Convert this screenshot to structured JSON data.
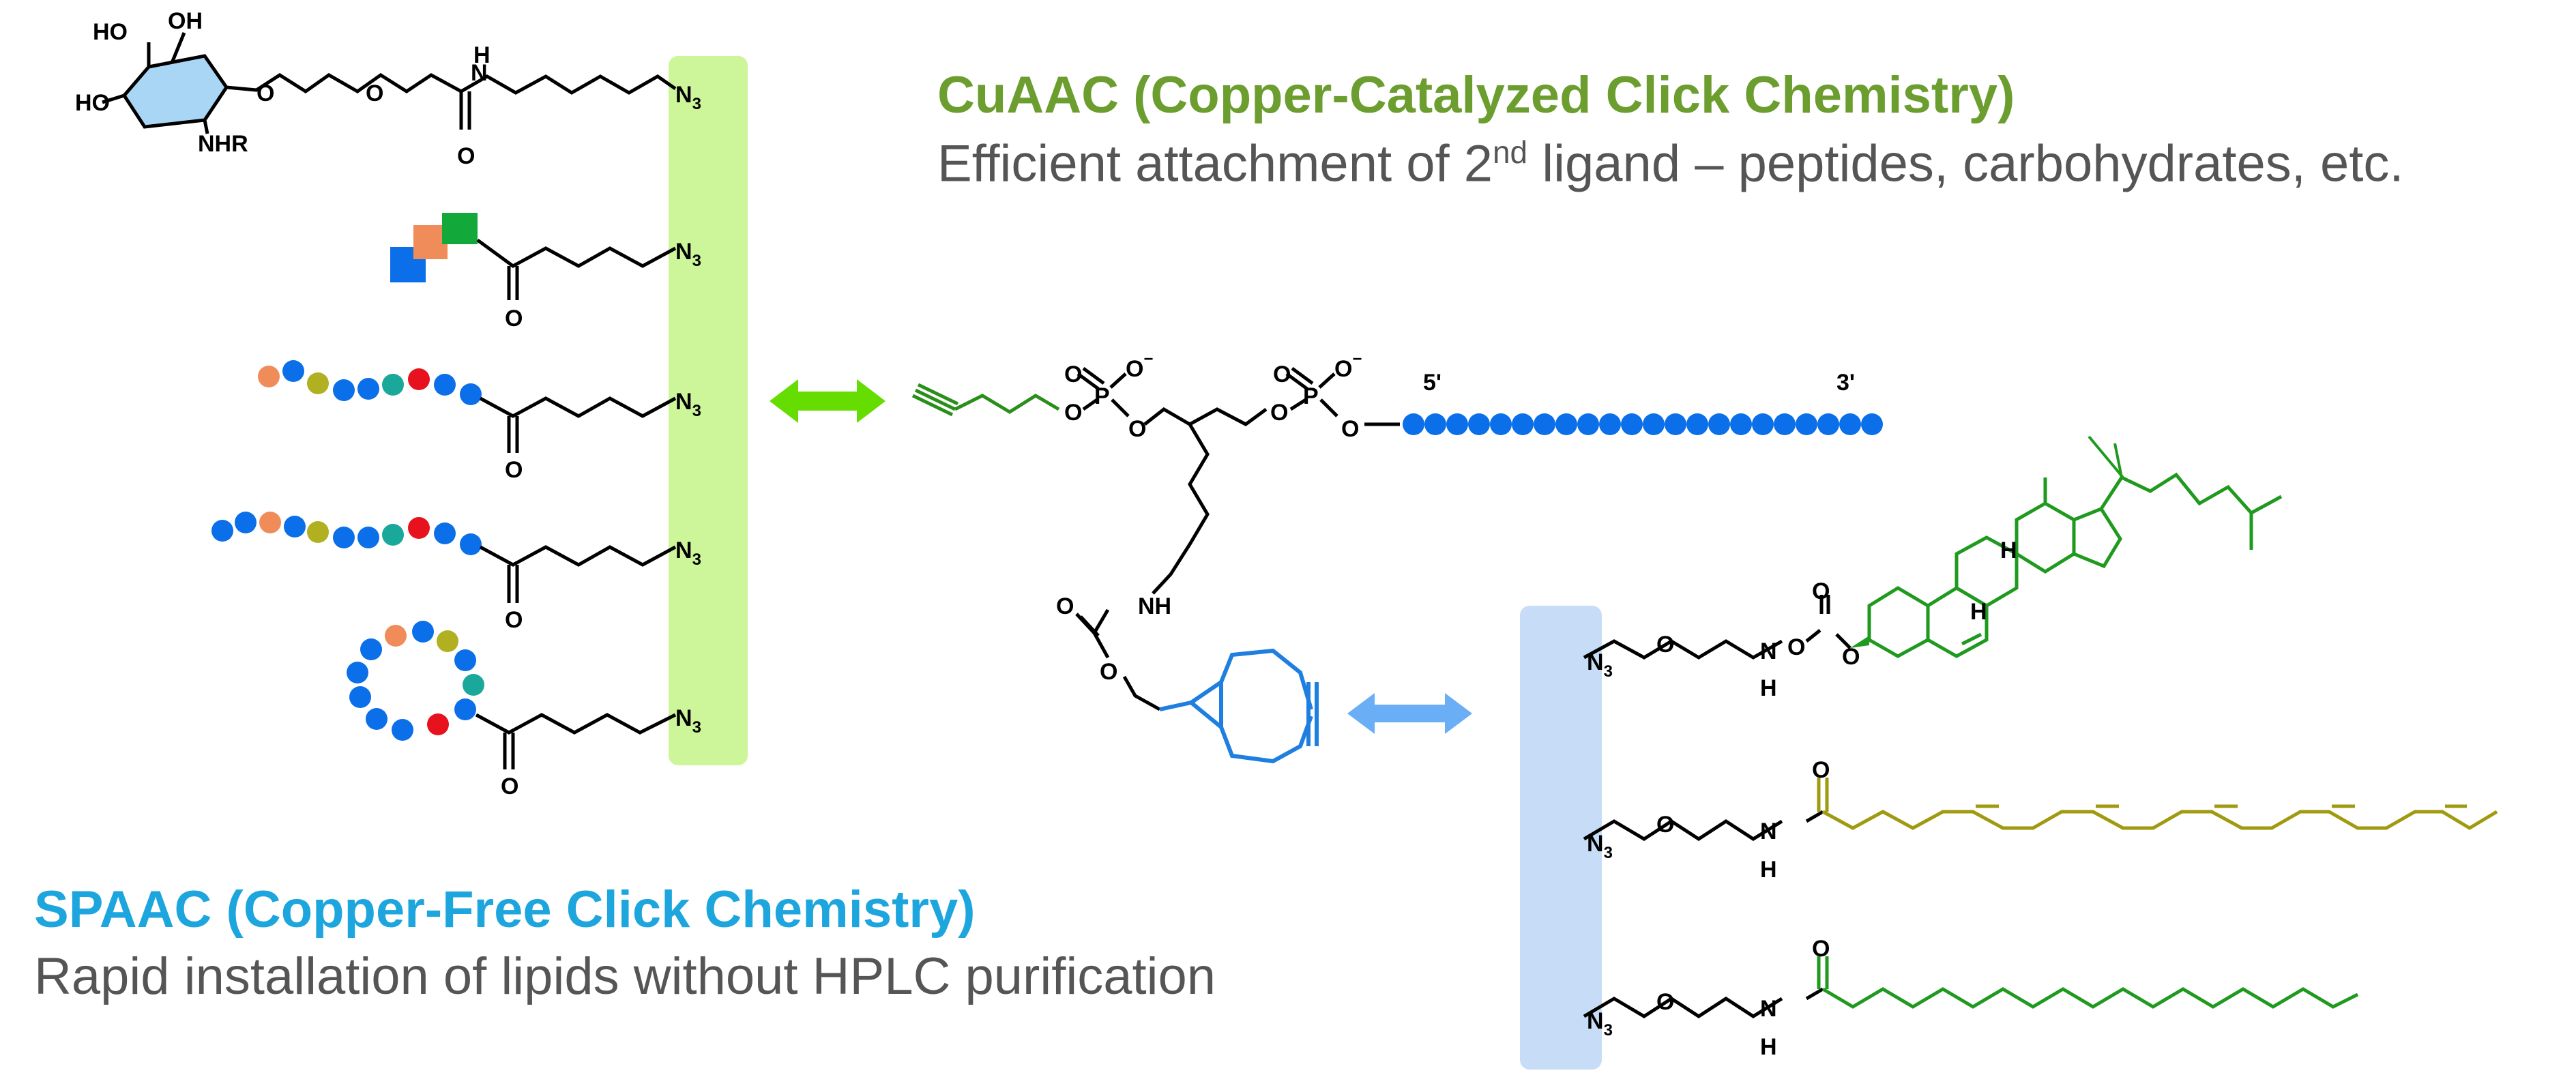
{
  "cuaac": {
    "title": "CuAAC (Copper-Catalyzed Click Chemistry)",
    "subtitle_pre": "Efficient attachment of 2",
    "subtitle_sup": "nd",
    "subtitle_post": " ligand – peptides, carbohydrates, etc."
  },
  "spaac": {
    "title": "SPAAC (Copper-Free Click Chemistry)",
    "subtitle": "Rapid installation of lipids without HPLC purification"
  },
  "labels": {
    "azide": "N",
    "azide_sub": "3",
    "oxygen": "O",
    "nitrogen": "N",
    "hydrogen": "H",
    "phosphorus": "P",
    "oxyanion": "O",
    "charge": "−",
    "nh": "NH",
    "nhr": "NHR",
    "ho": "HO",
    "oh": "OH",
    "five_prime": "5'",
    "three_prime": "3'"
  },
  "colors": {
    "cuaac_green": "#6b9e2e",
    "spaac_blue": "#1da5de",
    "green_panel": "#cdf59a",
    "blue_panel": "#c7ddf7",
    "green_arrow": "#66dd00",
    "blue_arrow": "#6aaef5",
    "oligo_blue": "#0a6fe8",
    "bcn_blue": "#1e7fe0",
    "lipid_green": "#1f9a1f",
    "linoleic_olive": "#a09a10",
    "sugar_blue": "#a9d6f5",
    "subtitle_gray": "#555555",
    "bead_orange": "#f08c5a",
    "bead_olive": "#b0b020",
    "bead_teal": "#1aa89a",
    "bead_red": "#e8121e",
    "square_green": "#12a83a"
  }
}
